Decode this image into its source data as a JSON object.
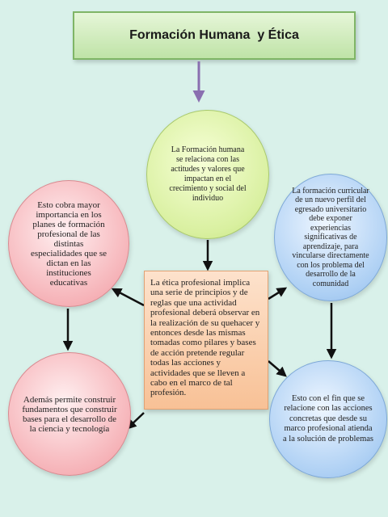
{
  "title": "Formación Humana  y Ética",
  "nodes": {
    "top_circle": "La Formación humana se relaciona con las actitudes y valores que impactan en el crecimiento y social del individuo",
    "left_top_circle": "Esto cobra mayor importancia en los planes de formación profesional  de las distintas especialidades que se dictan en las instituciones educativas",
    "right_top_circle": "La formación curricular de un nuevo perfil del egresado universitario debe exponer experiencias significativas de aprendizaje, para vincularse directamente con los problema del desarrollo de la comunidad",
    "center_box": "La ética profesional implica una serie de principios y de reglas que una actividad profesional deberá observar en la realización de su quehacer y entonces desde las mismas tomadas como pilares y bases de acción pretende regular todas las acciones y actividades que se lleven a cabo en el marco de tal profesión.",
    "left_bottom_circle": "Además  permite construir fundamentos que construir bases para el desarrollo de la ciencia y tecnología",
    "right_bottom_circle": "Esto con el fin que se relacione con las acciones concretas que desde su marco profesional atienda a la solución de problemas"
  },
  "colors": {
    "background": "#d9f1ea",
    "title_fill": "#cfeab9",
    "yellow": "#d9f0a0",
    "red": "#f6b4b9",
    "blue": "#aed0f4",
    "orange": "#f8c196",
    "title_arrow": "#8a6fb0",
    "arrow": "#111111"
  }
}
